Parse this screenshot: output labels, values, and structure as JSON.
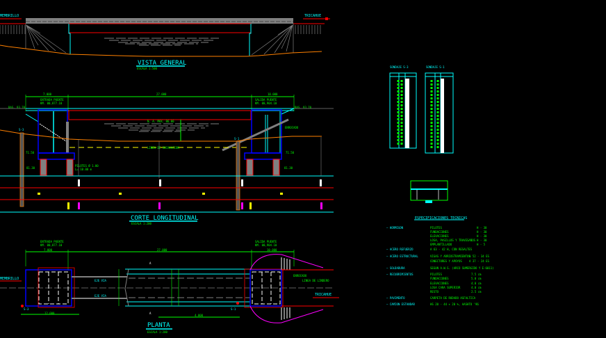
{
  "colors": {
    "background": "#000000",
    "cyan": "#00ffff",
    "green": "#00ff00",
    "red": "#ff0000",
    "blue": "#0000ff",
    "orange": "#ff8000",
    "gray": "#808080",
    "magenta": "#ff00ff",
    "yellow": "#ffff00"
  },
  "places": {
    "left": "MEMBRILLO",
    "right": "TRICAHUE"
  },
  "vista_general": {
    "title": "VISTA GENERAL",
    "scale": "ESCALA 1:500"
  },
  "corte": {
    "title": "CORTE LONGITUDINAL",
    "scale": "ESCALA 1:200",
    "dims": [
      "7.000",
      "27.000",
      "10.000"
    ],
    "left_abut": [
      "ENTRADA PUENTE",
      "KM. 00,877.10"
    ],
    "right_abut": [
      "SALIDA PUENTE",
      "KM. 00,904.10"
    ],
    "nivel_left": "RAS. 93.70",
    "nivel_right": "RAS. 93.70",
    "hmax": "N. A. MAX. 86.00",
    "socavacion": "LINEA DE SOCAVACION",
    "pilote": [
      "PILOTES Ø 1.00",
      "L= 10.00 m"
    ],
    "cota_left_1": "71.50",
    "cota_left_2": "81.30",
    "cota_right_1": "71.50",
    "cota_right_2": "81.30",
    "enrocado": "ENROCADO",
    "sondaje_left": "S-3",
    "sondaje_right": "S-1"
  },
  "planta": {
    "title": "PLANTA",
    "scale": "ESCALA 1:200",
    "dims": [
      "7.000",
      "27.000",
      "10.000",
      "12.000",
      "4.000"
    ],
    "eje_via_1": "EJE VIA",
    "eje_via_2": "EJE VIA",
    "enrocado": "ENROCADO",
    "linea_lindero": "LINEA DE LINDERO",
    "section_marks": [
      "A",
      "A"
    ],
    "sondajes": [
      "S-3",
      "S-1"
    ]
  },
  "especificaciones": {
    "title": "ESPECIFICACIONES TECNICAS",
    "rows": [
      {
        "label": "— HORMIGON",
        "items": [
          [
            "PILOTES",
            "H - 30"
          ],
          [
            "FUNDACIONES",
            "H - 30"
          ],
          [
            "ELEVACIONES",
            "H - 30"
          ],
          [
            "LOSA, PASILLOS Y TRAVESAÑOS",
            "H - 30"
          ],
          [
            "EMPLANTILLADO",
            "H - 5"
          ]
        ]
      },
      {
        "label": "— ACERO REFUERZO",
        "items": [
          [
            "A 63 - 42 H, CON RESALTES",
            ""
          ]
        ]
      },
      {
        "label": "— ACERO ESTRUCTURAL",
        "items": [
          [
            "VIGAS Y ARRIOSTRAMIENTOS",
            "A 52 - 34 ES"
          ],
          [
            "CONECTORES Y APOYOS",
            "A 37 - 24 ES"
          ]
        ]
      },
      {
        "label": "— SOLDADURA",
        "items": [
          [
            "SEGUN A.W.S. (ARCO SUMERGIDO Y E-6011)",
            ""
          ]
        ]
      },
      {
        "label": "— RECUBRIMIENTOS",
        "items": [
          [
            "PILOTES",
            "7.5 cm"
          ],
          [
            "FUNDACIONES",
            "5.0 cm"
          ],
          [
            "ELEVACIONES",
            "4.0 cm"
          ],
          [
            "LOSA CARA SUPERIOR",
            "4.0 cm"
          ],
          [
            "RESTO",
            "2.5 cm"
          ]
        ]
      },
      {
        "label": "— PAVIMENTO",
        "items": [
          [
            "CARPETA DE RODADO ASFALTICA",
            ""
          ]
        ]
      },
      {
        "label": "— CAMION ESTANDAR",
        "items": [
          [
            "HS 20 - 44 + 20 %, AASHTO '96",
            ""
          ]
        ]
      }
    ]
  },
  "tables": {
    "left_title": "SONDAJE S-3",
    "right_title": "SONDAJE S-1"
  }
}
